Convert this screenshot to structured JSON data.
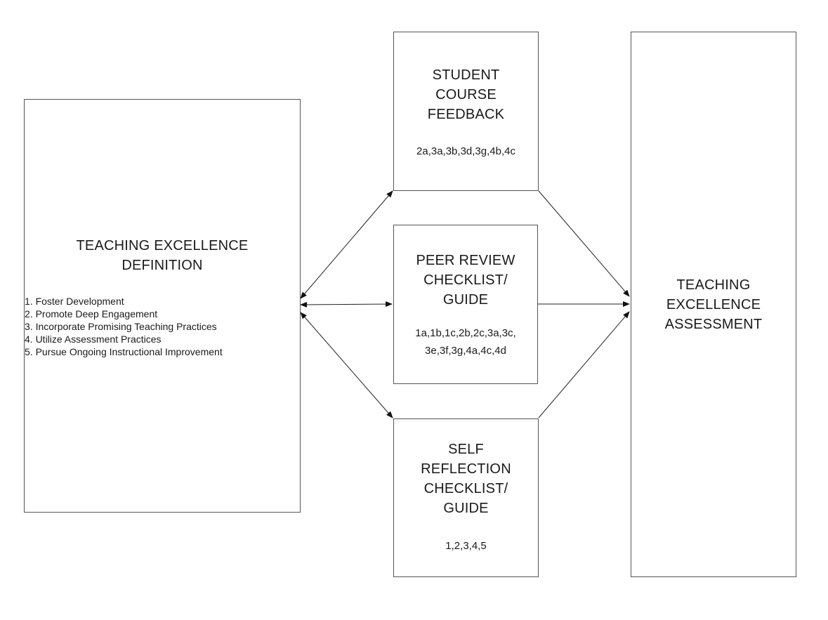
{
  "definition": {
    "title_lines": [
      "TEACHING EXCELLENCE",
      "DEFINITION"
    ],
    "items": [
      "1. Foster Development",
      "2. Promote Deep Engagement",
      "3. Incorporate Promising Teaching Practices",
      "4. Utilize Assessment Practices",
      "5.  Pursue Ongoing Instructional Improvement"
    ]
  },
  "student_feedback": {
    "title_lines": [
      "STUDENT",
      "COURSE",
      "FEEDBACK"
    ],
    "codes_lines": [
      "2a,3a,3b,3d,3g,4b,4c"
    ]
  },
  "peer_review": {
    "title_lines": [
      "PEER REVIEW",
      "CHECKLIST/",
      "GUIDE"
    ],
    "codes_lines": [
      "1a,1b,1c,2b,2c,3a,3c,",
      "3e,3f,3g,4a,4c,4d"
    ]
  },
  "self_reflection": {
    "title_lines": [
      "SELF",
      "REFLECTION",
      "CHECKLIST/",
      "GUIDE"
    ],
    "codes_lines": [
      "1,2,3,4,5"
    ]
  },
  "assessment": {
    "title_lines": [
      "TEACHING",
      "EXCELLENCE",
      "ASSESSMENT"
    ]
  }
}
